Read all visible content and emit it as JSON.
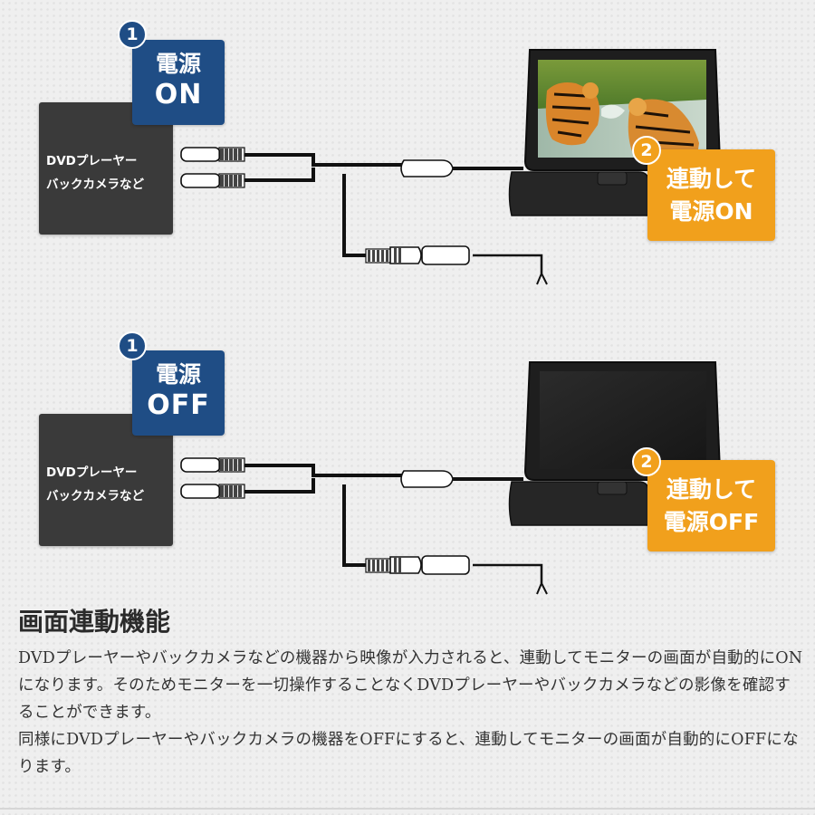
{
  "colors": {
    "power_blue": "#1f4d85",
    "linked_orange": "#f1a01c",
    "source_box_gray": "#3a3a3a",
    "monitor_black": "#202020"
  },
  "scenario_on": {
    "source_label_line1": "DVDプレーヤー",
    "source_label_line2": "バックカメラなど",
    "step1_number": "1",
    "power_line1": "電源",
    "power_line2": "ON",
    "step2_number": "2",
    "result_line1": "連動して",
    "result_line2": "電源ON",
    "monitor_screen": "tiger-photo"
  },
  "scenario_off": {
    "source_label_line1": "DVDプレーヤー",
    "source_label_line2": "バックカメラなど",
    "step1_number": "1",
    "power_line1": "電源",
    "power_line2": "OFF",
    "step2_number": "2",
    "result_line1": "連動して",
    "result_line2": "電源OFF",
    "monitor_screen": "blank-dark"
  },
  "description": {
    "heading": "画面連動機能",
    "paragraph1": "DVDプレーヤーやバックカメラなどの機器から映像が入力されると、連動してモニターの画面が自動的にONになります。そのためモニターを一切操作することなくDVDプレーヤーやバックカメラなどの影像を確認することができます。",
    "paragraph2": "同様にDVDプレーヤーやバックカメラの機器をOFFにすると、連動してモニターの画面が自動的にOFFになります。"
  }
}
